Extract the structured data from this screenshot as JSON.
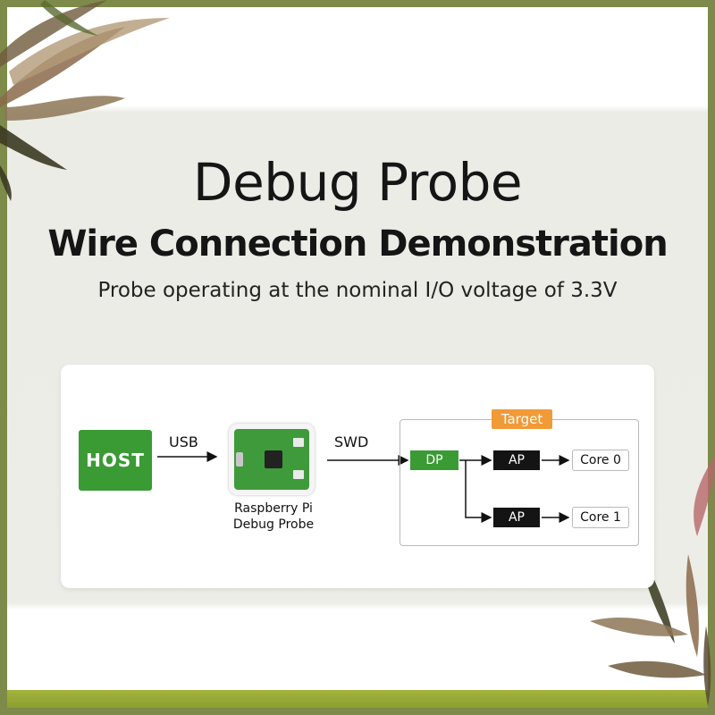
{
  "header": {
    "title": "Debug Probe",
    "subtitle": "Wire Connection Demonstration",
    "tagline": "Probe operating at the nominal I/O voltage of 3.3V"
  },
  "diagram": {
    "host": "HOST",
    "usb_label": "USB",
    "swd_label": "SWD",
    "probe_label_line1": "Raspberry Pi",
    "probe_label_line2": "Debug Probe",
    "target_label": "Target",
    "dp_label": "DP",
    "ap_labels": [
      "AP",
      "AP"
    ],
    "core_labels": [
      "Core 0",
      "Core 1"
    ]
  },
  "colors": {
    "green": "#3a9b35",
    "orange": "#f19a38",
    "black": "#141414",
    "frame": "#7d8a4a"
  }
}
